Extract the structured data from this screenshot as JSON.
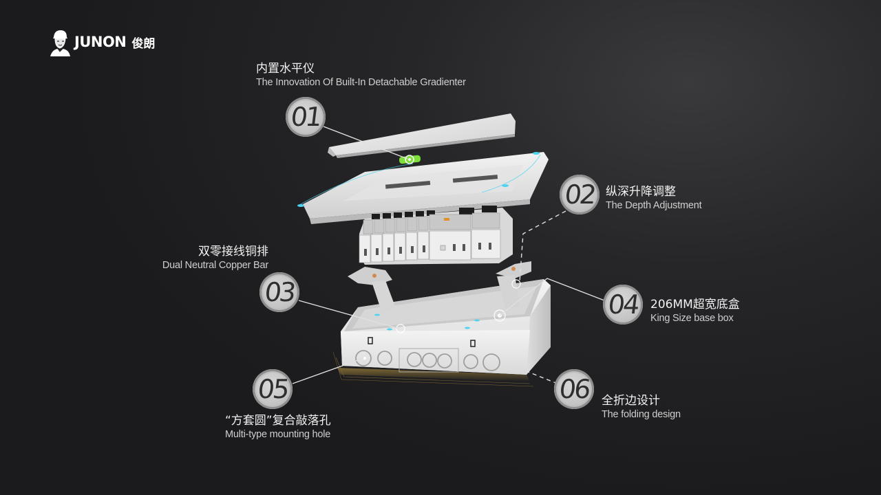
{
  "brand": {
    "name": "JUNON",
    "name_cn": "俊朗",
    "logo_icon": "worker-helmet-icon"
  },
  "colors": {
    "background": "#222224",
    "badge_fill": "#c8c8c8",
    "badge_text": "#2e2e2e",
    "accent_level": "#7fe03a",
    "accent_glow": "#4fd3f0",
    "accent_gold": "#c9a34a"
  },
  "features": [
    {
      "number": "01",
      "title_cn": "内置水平仪",
      "title_en": "The Innovation Of Built-In Detachable Gradienter"
    },
    {
      "number": "02",
      "title_cn": "纵深升降调整",
      "title_en": "The Depth Adjustment"
    },
    {
      "number": "03",
      "title_cn": "双零接线铜排",
      "title_en": "Dual Neutral Copper Bar"
    },
    {
      "number": "04",
      "title_cn": "206MM超宽底盒",
      "title_en": "King Size base box"
    },
    {
      "number": "05",
      "title_cn": "“方套圆”复合敲落孔",
      "title_en": "Multi-type mounting hole"
    },
    {
      "number": "06",
      "title_cn": "全折边设计",
      "title_en": "The folding design"
    }
  ],
  "product": {
    "illustration": "exploded-distribution-box-icon",
    "parts": [
      "top-cover",
      "gradienter-level",
      "front-panel",
      "breaker-modules",
      "copper-bar-brackets",
      "base-box"
    ]
  }
}
